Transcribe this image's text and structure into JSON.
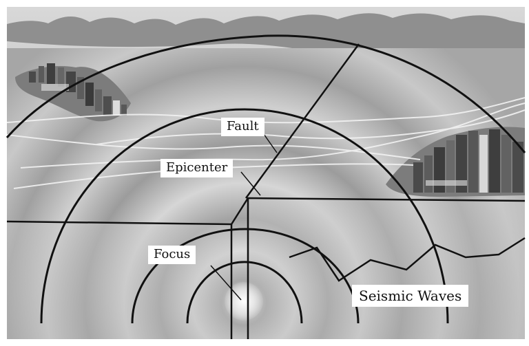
{
  "labels": {
    "fault": "Fault",
    "epicenter": "Epicenter",
    "focus": "Focus",
    "seismic_waves": "Seismic Waves"
  }
}
